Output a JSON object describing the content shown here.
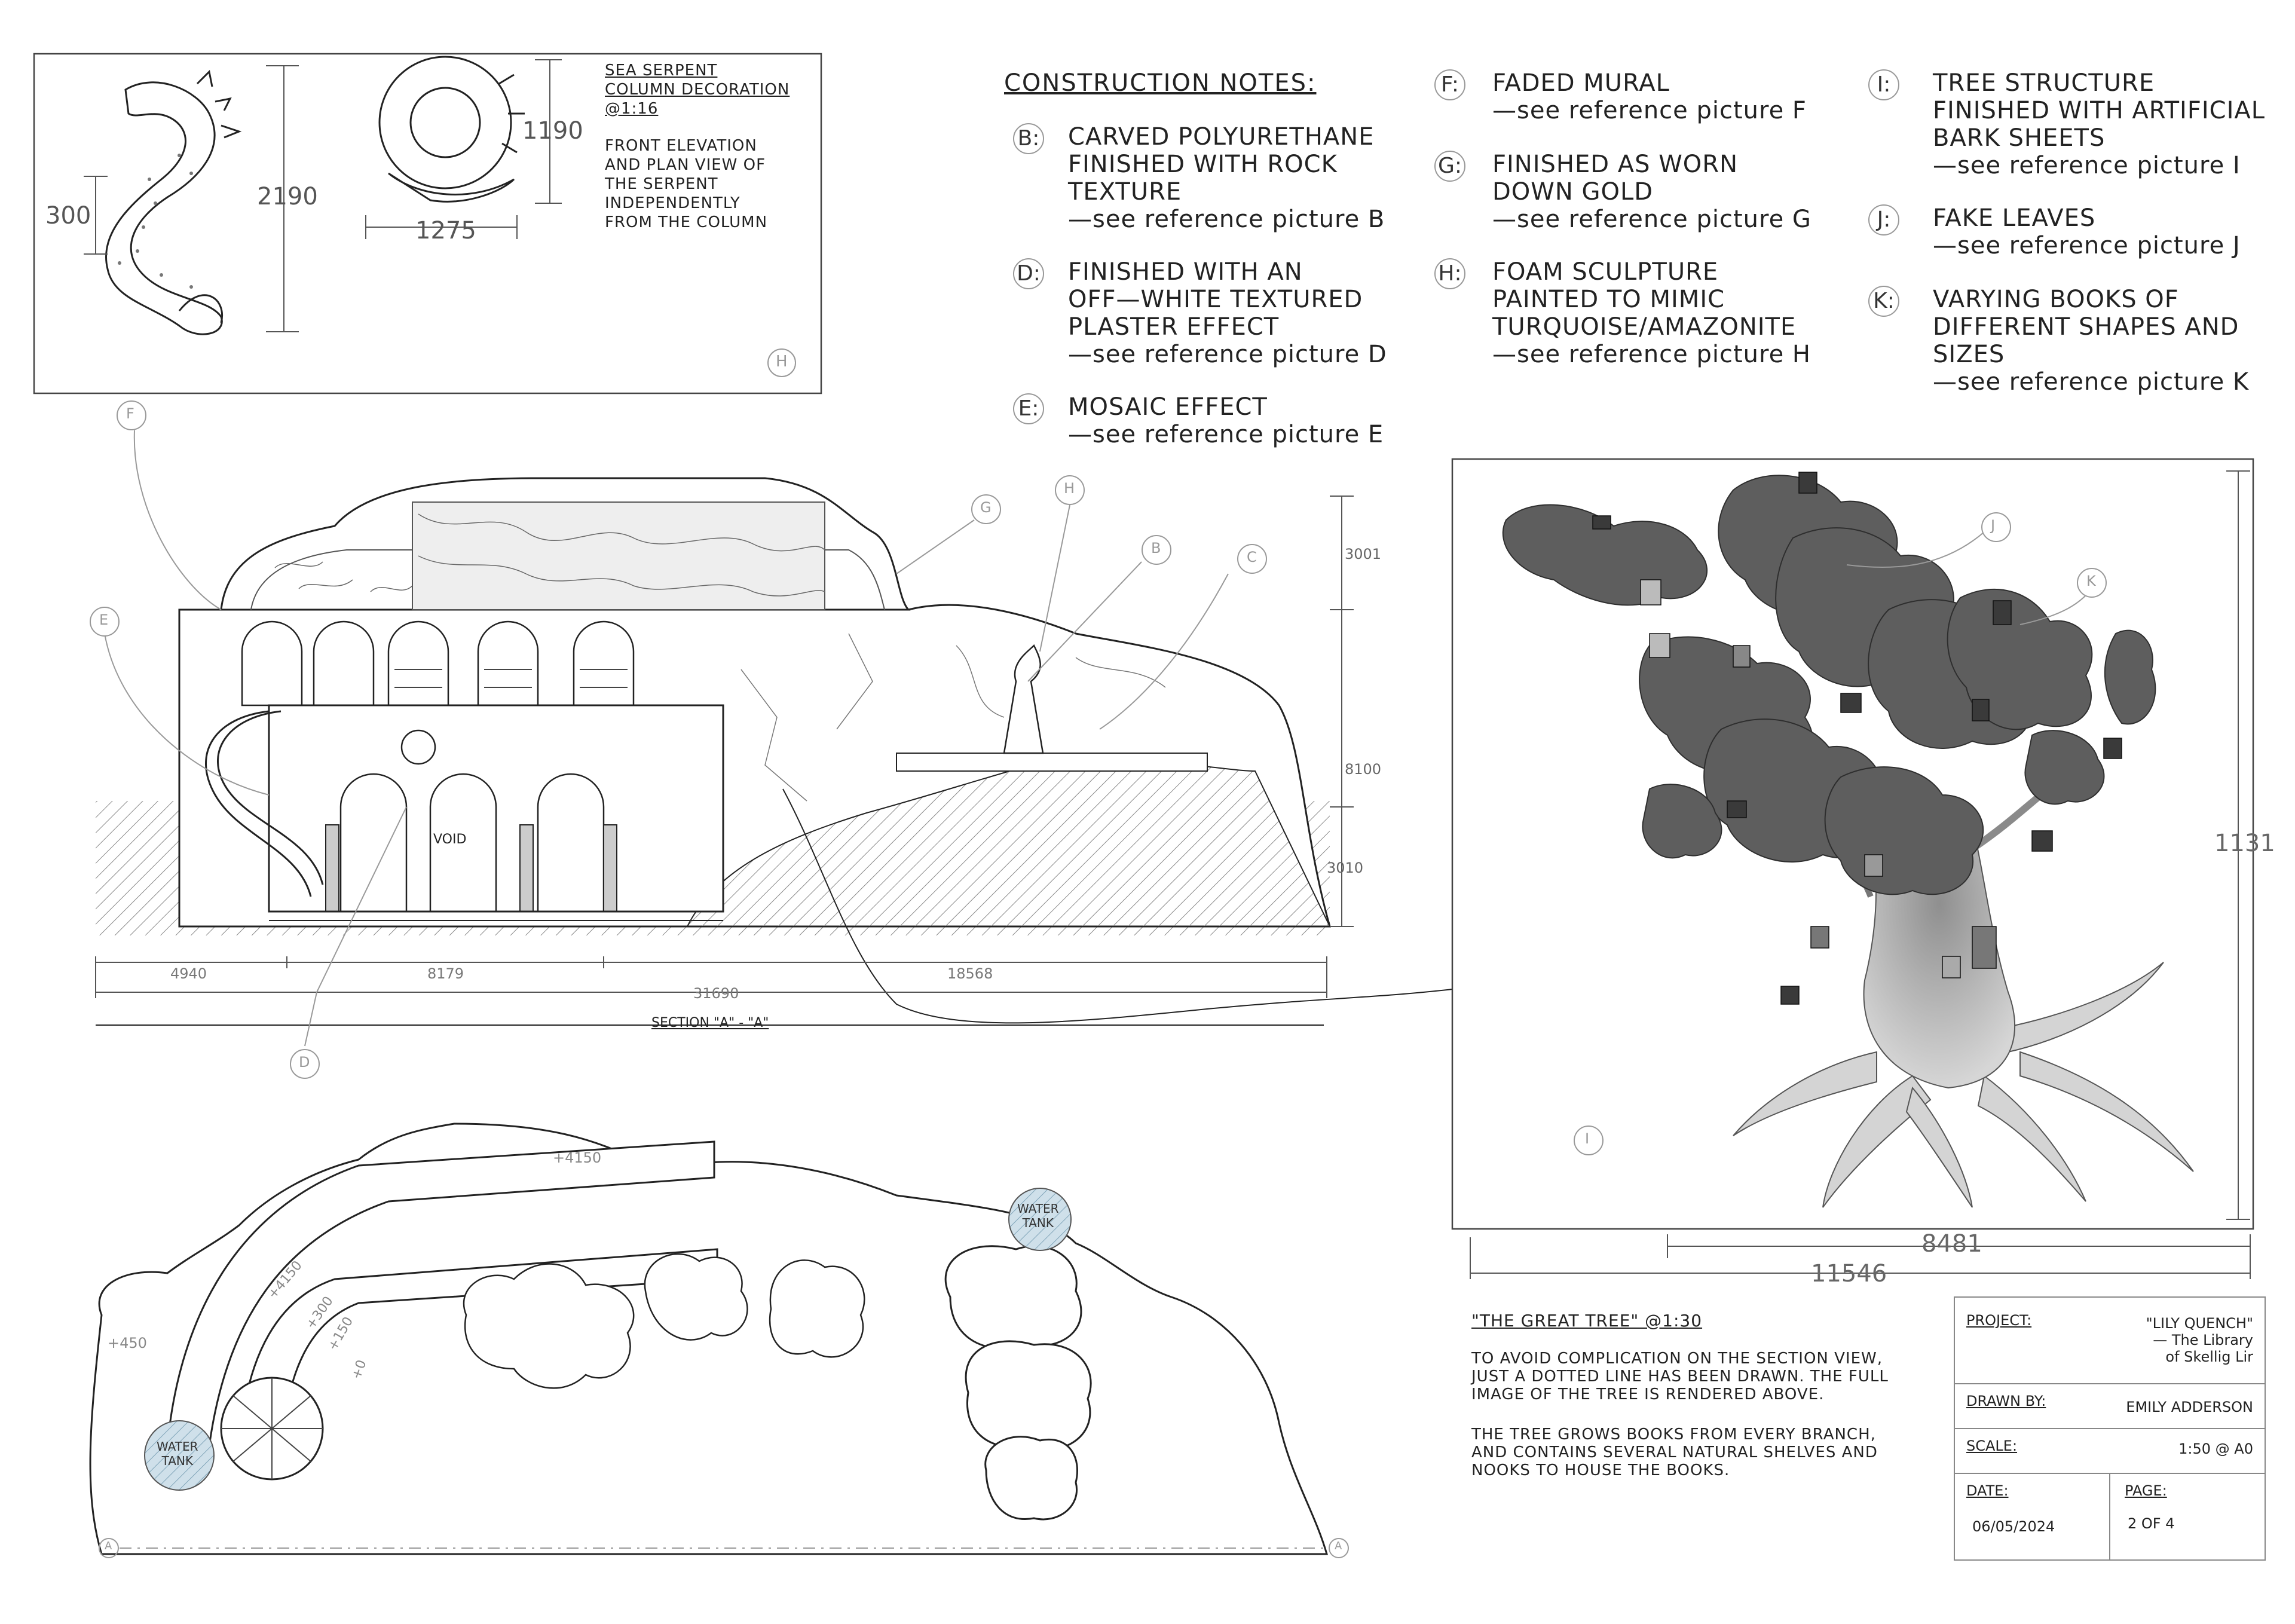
{
  "serpent_detail": {
    "title": "SEA SERPENT\nCOLUMN DECORATION\n@1:16",
    "description": "FRONT ELEVATION\nAND PLAN VIEW OF\nTHE SERPENT\nINDEPENDENTLY\nFROM THE COLUMN",
    "dim_width": "300",
    "dim_height": "2190",
    "dim_plan_height": "1190",
    "dim_plan_width": "1275",
    "tag": "H"
  },
  "construction_notes": {
    "heading": "CONSTRUCTION NOTES:",
    "items": [
      {
        "key": "B:",
        "text": "CARVED POLYURETHANE\nFINISHED WITH ROCK\nTEXTURE\n—see reference picture B"
      },
      {
        "key": "D:",
        "text": "FINISHED WITH AN\nOFF—WHITE TEXTURED\nPLASTER EFFECT\n—see reference picture D"
      },
      {
        "key": "E:",
        "text": "MOSAIC EFFECT\n—see reference picture E"
      },
      {
        "key": "F:",
        "text": "FADED MURAL\n—see reference picture F"
      },
      {
        "key": "G:",
        "text": "FINISHED AS WORN\nDOWN GOLD\n—see reference picture G"
      },
      {
        "key": "H:",
        "text": "FOAM SCULPTURE\nPAINTED TO MIMIC\nTURQUOISE/AMAZONITE\n—see reference picture H"
      },
      {
        "key": "I:",
        "text": "TREE STRUCTURE\nFINISHED WITH ARTIFICIAL\nBARK SHEETS\n—see reference picture I"
      },
      {
        "key": "J:",
        "text": "FAKE LEAVES\n—see reference picture J"
      },
      {
        "key": "K:",
        "text": "VARYING BOOKS OF\nDIFFERENT SHAPES AND\nSIZES\n—see reference picture K"
      }
    ]
  },
  "section": {
    "title": "SECTION \"A\" - \"A\"",
    "void_label": "VOID",
    "heights": [
      "3001",
      "8100",
      "3010"
    ],
    "dims": [
      "4940",
      "8179",
      "18568",
      "31690"
    ],
    "callouts": [
      "F",
      "E",
      "G",
      "H",
      "B",
      "C",
      "D"
    ]
  },
  "plan": {
    "levels": [
      "+4150",
      "+450",
      "+0",
      "+150",
      "+300",
      "+4150"
    ],
    "water_tank_label": "WATER\nTANK",
    "section_marker": "A"
  },
  "tree": {
    "callouts": [
      "J",
      "K",
      "I"
    ],
    "dim_height": "1131",
    "dim_root": "8481",
    "dim_width": "11546",
    "caption_title": "\"THE GREAT TREE\" @1:30",
    "caption_p1": "TO AVOID COMPLICATION ON THE SECTION VIEW,\nJUST A DOTTED LINE HAS BEEN DRAWN. THE FULL\nIMAGE OF THE TREE IS RENDERED ABOVE.",
    "caption_p2": "THE TREE GROWS BOOKS FROM EVERY BRANCH,\nAND CONTAINS SEVERAL NATURAL SHELVES AND\nNOOKS TO HOUSE THE BOOKS."
  },
  "title_block": {
    "project_label": "PROJECT:",
    "project_value": "\"LILY QUENCH\"\n— The Library\nof Skellig Lir",
    "drawn_label": "DRAWN BY:",
    "drawn_value": "EMILY ADDERSON",
    "scale_label": "SCALE:",
    "scale_value": "1:50 @ A0",
    "date_label": "DATE:",
    "date_value": "06/05/2024",
    "page_label": "PAGE:",
    "page_value": "2 OF 4"
  },
  "colors": {
    "line": "#333333",
    "light_line": "#9a9a9a",
    "tank_fill": "#cfe0ea",
    "foliage": "#5e5e5e",
    "trunk": "#c8c8c8"
  }
}
